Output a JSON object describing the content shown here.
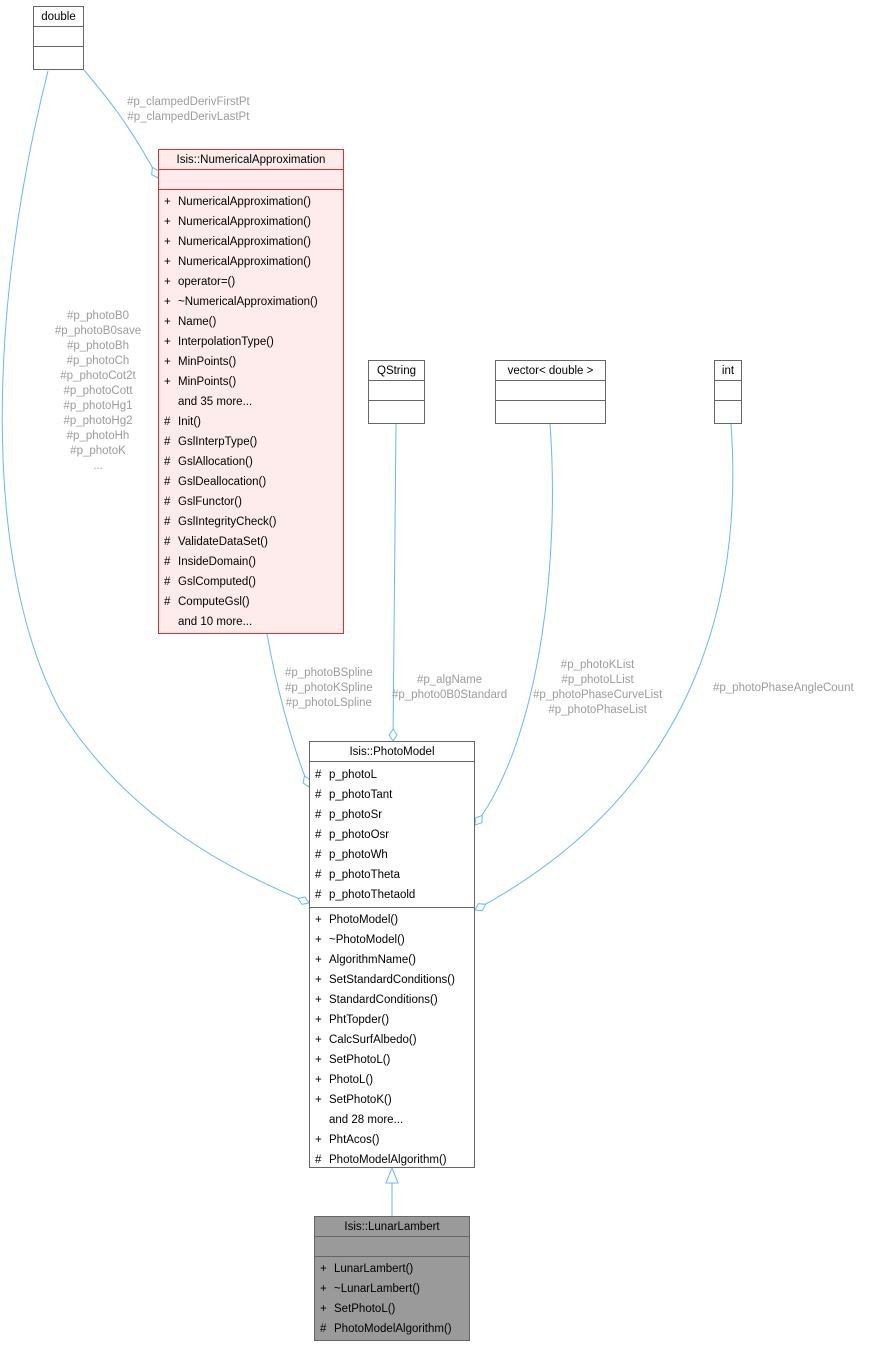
{
  "classes": {
    "double": {
      "name": "double"
    },
    "numerical": {
      "name": "Isis::NumericalApproximation",
      "public_methods": [
        {
          "v": "+",
          "n": "NumericalApproximation()"
        },
        {
          "v": "+",
          "n": "NumericalApproximation()"
        },
        {
          "v": "+",
          "n": "NumericalApproximation()"
        },
        {
          "v": "+",
          "n": "NumericalApproximation()"
        },
        {
          "v": "+",
          "n": "operator=()"
        },
        {
          "v": "+",
          "n": "~NumericalApproximation()"
        },
        {
          "v": "+",
          "n": "Name()"
        },
        {
          "v": "+",
          "n": "InterpolationType()"
        },
        {
          "v": "+",
          "n": "MinPoints()"
        },
        {
          "v": "+",
          "n": "MinPoints()"
        },
        {
          "v": "",
          "n": "and 35 more..."
        },
        {
          "v": "#",
          "n": "Init()"
        },
        {
          "v": "#",
          "n": "GslInterpType()"
        },
        {
          "v": "#",
          "n": "GslAllocation()"
        },
        {
          "v": "#",
          "n": "GslDeallocation()"
        },
        {
          "v": "#",
          "n": "GslFunctor()"
        },
        {
          "v": "#",
          "n": "GslIntegrityCheck()"
        },
        {
          "v": "#",
          "n": "ValidateDataSet()"
        },
        {
          "v": "#",
          "n": "InsideDomain()"
        },
        {
          "v": "#",
          "n": "GslComputed()"
        },
        {
          "v": "#",
          "n": "ComputeGsl()"
        },
        {
          "v": "",
          "n": "and 10 more..."
        }
      ]
    },
    "qstring": {
      "name": "QString"
    },
    "vector": {
      "name": "vector< double >"
    },
    "int": {
      "name": "int"
    },
    "photomodel": {
      "name": "Isis::PhotoModel",
      "attributes": [
        {
          "v": "#",
          "n": "p_photoL"
        },
        {
          "v": "#",
          "n": "p_photoTant"
        },
        {
          "v": "#",
          "n": "p_photoSr"
        },
        {
          "v": "#",
          "n": "p_photoOsr"
        },
        {
          "v": "#",
          "n": "p_photoWh"
        },
        {
          "v": "#",
          "n": "p_photoTheta"
        },
        {
          "v": "#",
          "n": "p_photoThetaold"
        }
      ],
      "methods": [
        {
          "v": "+",
          "n": "PhotoModel()"
        },
        {
          "v": "+",
          "n": "~PhotoModel()"
        },
        {
          "v": "+",
          "n": "AlgorithmName()"
        },
        {
          "v": "+",
          "n": "SetStandardConditions()"
        },
        {
          "v": "+",
          "n": "StandardConditions()"
        },
        {
          "v": "+",
          "n": "PhtTopder()"
        },
        {
          "v": "+",
          "n": "CalcSurfAlbedo()"
        },
        {
          "v": "+",
          "n": "SetPhotoL()"
        },
        {
          "v": "+",
          "n": "PhotoL()"
        },
        {
          "v": "+",
          "n": "SetPhotoK()"
        },
        {
          "v": "",
          "n": "and 28 more..."
        },
        {
          "v": "+",
          "n": "PhtAcos()"
        },
        {
          "v": "#",
          "n": "PhotoModelAlgorithm()"
        }
      ]
    },
    "lunar": {
      "name": "Isis::LunarLambert",
      "methods": [
        {
          "v": "+",
          "n": "LunarLambert()"
        },
        {
          "v": "+",
          "n": "~LunarLambert()"
        },
        {
          "v": "+",
          "n": "SetPhotoL()"
        },
        {
          "v": "#",
          "n": "PhotoModelAlgorithm()"
        }
      ]
    }
  },
  "edge_labels": {
    "double_to_numerical": [
      "#p_clampedDerivFirstPt",
      "#p_clampedDerivLastPt"
    ],
    "double_to_photomodel": [
      "#p_photoB0",
      "#p_photoB0save",
      "#p_photoBh",
      "#p_photoCh",
      "#p_photoCot2t",
      "#p_photoCott",
      "#p_photoHg1",
      "#p_photoHg2",
      "#p_photoHh",
      "#p_photoK",
      "..."
    ],
    "numerical_to_photomodel": [
      "#p_photoBSpline",
      "#p_photoKSpline",
      "#p_photoLSpline"
    ],
    "qstring_to_photomodel": [
      "#p_algName",
      "#p_photo0B0Standard"
    ],
    "vector_to_photomodel": [
      "#p_photoKList",
      "#p_photoLList",
      "#p_photoPhaseCurveList",
      "#p_photoPhaseList"
    ],
    "int_to_photomodel": [
      "#p_photoPhaseAngleCount"
    ]
  },
  "colors": {
    "edge": "#63b8ff",
    "numerical_border": "#e03030",
    "numerical_fill": "#fdeceb",
    "lunar_fill": "#9a9a9a",
    "label": "#9c9c9c"
  }
}
